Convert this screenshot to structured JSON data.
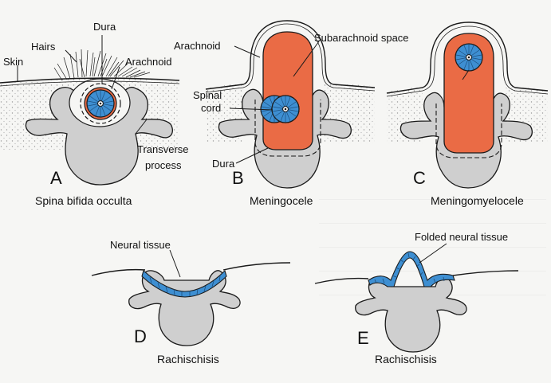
{
  "panels": {
    "A": {
      "letter": "A",
      "caption": "Spina bifida occulta",
      "labels": {
        "skin": "Skin",
        "hairs": "Hairs",
        "dura": "Dura",
        "arachnoid": "Arachnoid",
        "transverse_1": "Transverse",
        "transverse_2": "process"
      }
    },
    "B": {
      "letter": "B",
      "caption": "Meningocele",
      "labels": {
        "arachnoid": "Arachnoid",
        "subarachnoid": "Subarachnoid space",
        "spinal_1": "Spinal",
        "spinal_2": "cord",
        "dura": "Dura"
      }
    },
    "C": {
      "letter": "C",
      "caption": "Meningomyelocele"
    },
    "D": {
      "letter": "D",
      "caption": "Rachischisis",
      "labels": {
        "neural": "Neural tissue"
      }
    },
    "E": {
      "letter": "E",
      "caption": "Rachischisis",
      "labels": {
        "folded": "Folded neural tissue"
      }
    }
  },
  "colors": {
    "background": "#f6f6f4",
    "bone": "#cfcfcf",
    "meninges": "#ea6b45",
    "neural": "#3e8fd2",
    "stipple": "#9a9a9a",
    "outline": "#1a1a1a"
  }
}
